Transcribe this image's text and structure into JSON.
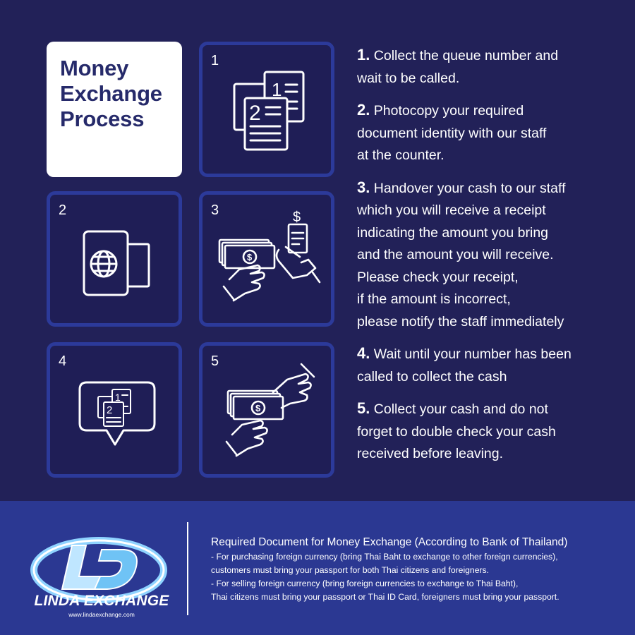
{
  "title": {
    "lines": [
      "Money",
      "Exchange",
      "Process"
    ]
  },
  "tiles": [
    {
      "number": "1",
      "icon": "queue-ticket-icon"
    },
    {
      "number": "2",
      "icon": "passport-icon"
    },
    {
      "number": "3",
      "icon": "cash-and-receipt-icon"
    },
    {
      "number": "4",
      "icon": "queue-number-speech-bubble-icon"
    },
    {
      "number": "5",
      "icon": "cash-handover-icon"
    }
  ],
  "steps": [
    {
      "num": "1.",
      "lines": [
        " Collect the queue number and",
        "wait to be called."
      ]
    },
    {
      "num": "2.",
      "lines": [
        " Photocopy your required",
        "document identity with our staff",
        "at the counter."
      ]
    },
    {
      "num": "3.",
      "lines": [
        " Handover your cash to our staff",
        "which you will receive a receipt",
        "indicating the amount you bring",
        "and the amount you will receive.",
        "Please check your receipt,",
        "if the amount is incorrect,",
        "please notify the staff immediately"
      ]
    },
    {
      "num": "4.",
      "lines": [
        " Wait until your number has been",
        "called to collect the cash"
      ]
    },
    {
      "num": "5.",
      "lines": [
        " Collect your cash and do not",
        "forget to double check your cash",
        "received before leaving."
      ]
    }
  ],
  "footer": {
    "brand": "LINDA EXCHANGE",
    "website": "www.lindaexchange.com",
    "heading": "Required Document for Money Exchange (According to Bank of Thailand)",
    "lines": [
      "- For purchasing foreign currency (bring Thai Baht to exchange to other foreign currencies),",
      "customers must bring your passport for both Thai citizens and foreigners.",
      "- For selling foreign currency (bring foreign currencies to exchange to Thai Baht),",
      "Thai citizens must bring your passport or Thai ID Card, foreigners must bring your passport."
    ]
  },
  "colors": {
    "background": "#222158",
    "tile_border": "#2c3a9a",
    "footer": "#2b3892",
    "title_text": "#262a6a"
  }
}
